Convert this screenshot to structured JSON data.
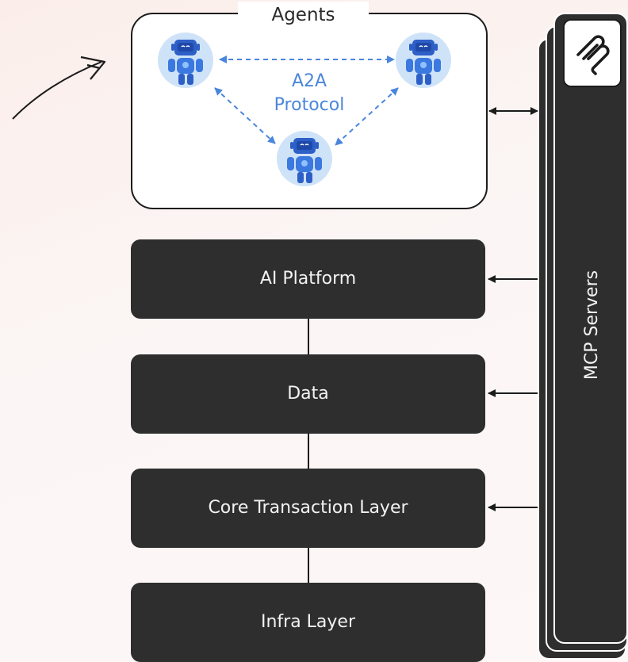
{
  "agents": {
    "title": "Agents",
    "protocol_line1": "A2A",
    "protocol_line2": "Protocol",
    "agent_icon": "robot-icon"
  },
  "layers": [
    {
      "label": "AI Platform"
    },
    {
      "label": "Data"
    },
    {
      "label": "Core Transaction Layer"
    },
    {
      "label": "Infra Layer"
    }
  ],
  "mcp": {
    "label": "MCP Servers",
    "logo_icon": "mcp-logo-icon"
  },
  "colors": {
    "dark_box": "#2e2e2e",
    "protocol_blue": "#4b86dc",
    "agent_bg": "#cfe3f8"
  }
}
